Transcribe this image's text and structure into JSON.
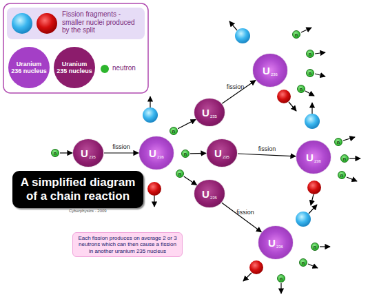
{
  "diagram": {
    "title": "A simplified diagram of a chain reaction",
    "nodes": [
      {
        "text": [
          "n"
        ]
      },
      {
        "text": [
          "U",
          "235"
        ]
      },
      {
        "text": [
          "U",
          "236"
        ]
      },
      {
        "text": [
          "n"
        ]
      },
      {
        "text": [
          "n"
        ]
      },
      {
        "text": [
          "n"
        ]
      },
      {
        "text": [
          "U",
          "235"
        ]
      },
      {
        "text": [
          "U",
          "235"
        ]
      },
      {
        "text": [
          "U",
          "235"
        ]
      },
      {
        "text": [
          "U",
          "236"
        ]
      },
      {
        "text": [
          "n"
        ]
      },
      {
        "text": [
          "n"
        ]
      },
      {
        "text": [
          "n"
        ]
      },
      {
        "text": [
          "n"
        ]
      },
      {
        "text": [
          "U",
          "236"
        ]
      },
      {
        "text": [
          "n"
        ]
      },
      {
        "text": [
          "n"
        ]
      },
      {
        "text": [
          "n"
        ]
      },
      {
        "text": [
          "U",
          "236"
        ]
      },
      {
        "text": [
          "n"
        ]
      },
      {
        "text": [
          "n"
        ]
      },
      {
        "text": [
          "n"
        ]
      },
      {
        "text": [
          "Each fission produces on average 2 or 3 neutrons which can then cause a fission in another uranium 235 nucleus"
        ]
      }
    ],
    "edges": [
      {
        "from": 0,
        "to": 1,
        "arrow": "to"
      },
      {
        "from": 1,
        "to": 2,
        "label": "fission",
        "arrow": "to"
      },
      {
        "from": 3,
        "to": 6,
        "arrow": "to"
      },
      {
        "from": 4,
        "to": 7,
        "arrow": "to"
      },
      {
        "from": 5,
        "to": 8,
        "arrow": "to"
      },
      {
        "from": 6,
        "to": 9,
        "label": "fission",
        "arrow": "to"
      },
      {
        "from": 7,
        "to": 14,
        "label": "fission",
        "arrow": "to"
      },
      {
        "from": 8,
        "to": 18,
        "label": "fission",
        "arrow": "to"
      }
    ],
    "labels": [
      "Cyberphysics - 2009"
    ],
    "legend": [
      {
        "text": "Fission fragments - smaller nuclei produced by the split"
      },
      {
        "text": "Uranium 236 nucleus",
        "color": "#a43fc6"
      },
      {
        "text": "Uranium 235 nucleus",
        "color": "#8c1c6c"
      },
      {
        "text": "neutron",
        "color": "#2db52d"
      }
    ]
  }
}
